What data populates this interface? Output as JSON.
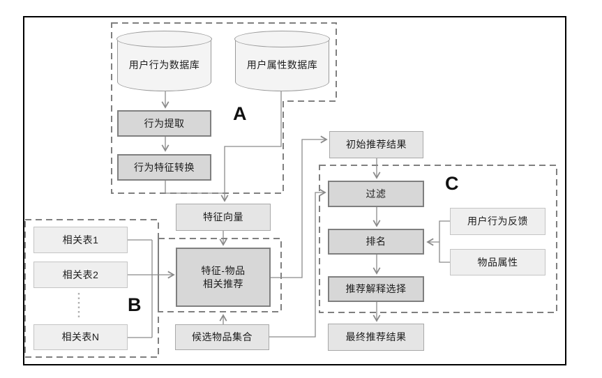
{
  "diagram": {
    "title": "feature-based recommendation system architecture flowchart",
    "section_labels": {
      "a": "A",
      "b": "B",
      "c": "C"
    },
    "nodes": {
      "db_user_behavior": "用户行为数据库",
      "db_user_attr": "用户属性数据库",
      "behavior_extract": "行为提取",
      "behavior_feature_convert": "行为特征转换",
      "feature_vector": "特征向量",
      "feature_item_rec_line1": "特征-物品",
      "feature_item_rec_line2": "相关推荐",
      "rel_table_1": "相关表1",
      "rel_table_2": "相关表2",
      "rel_table_n": "相关表N",
      "candidate_items": "候选物品集合",
      "initial_results": "初始推荐结果",
      "filter": "过滤",
      "ranking": "排名",
      "explanation_select": "推荐解释选择",
      "final_results": "最终推荐结果",
      "user_feedback": "用户行为反馈",
      "item_attrs": "物品属性"
    },
    "colors": {
      "frame_border": "#000000",
      "dashed_region": "#7f7f7f",
      "connector": "#8a8a8a",
      "node_dark_fill": "#d7d7d7",
      "node_dark_border": "#7f7f7f",
      "node_light_fill": "#efefef",
      "node_mid_fill": "#e5e5e5",
      "cylinder_fill": "#f4f4f4"
    }
  }
}
